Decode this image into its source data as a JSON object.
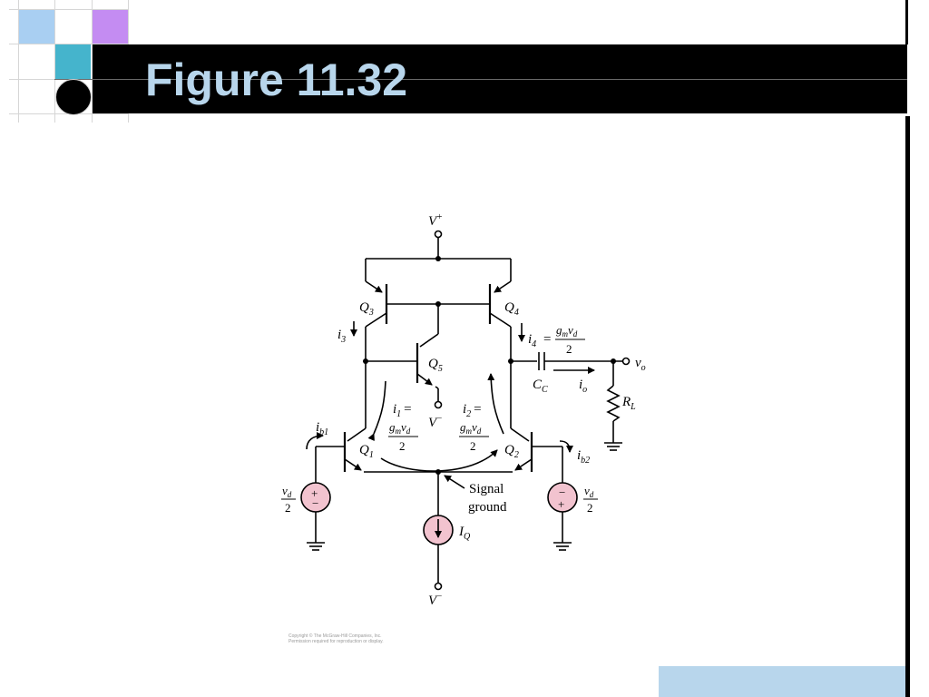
{
  "slide": {
    "title": "Figure 11.32",
    "accent_color": "#b8d6ec",
    "title_bar_color": "#000000"
  },
  "copyright": {
    "line1": "Copyright © The McGraw-Hill Companies, Inc.",
    "line2": "Permission required for reproduction or display."
  },
  "circuit": {
    "vplus": "V",
    "vplus_sup": "+",
    "vminus": "V",
    "vminus_sup": "−",
    "q1": "Q",
    "q1_sub": "1",
    "q2": "Q",
    "q2_sub": "2",
    "q3": "Q",
    "q3_sub": "3",
    "q4": "Q",
    "q4_sub": "4",
    "q5": "Q",
    "q5_sub": "5",
    "i3": "i",
    "i3_sub": "3",
    "i4": "i",
    "i4_sub": "4",
    "i4_eq": "=",
    "gm": "g",
    "gm_sub": "m",
    "vd": "v",
    "vd_sub": "d",
    "den2": "2",
    "i1": "i",
    "i1_sub": "1",
    "eq": "=",
    "i2": "i",
    "i2_sub": "2",
    "ib1": "i",
    "ib1_sub": "b1",
    "ib2": "i",
    "ib2_sub": "b2",
    "cc": "C",
    "cc_sub": "C",
    "io": "i",
    "io_sub": "o",
    "vo": "v",
    "vo_sub": "o",
    "rl": "R",
    "rl_sub": "L",
    "iq": "I",
    "iq_sub": "Q",
    "signal": "Signal",
    "ground": "ground",
    "plus": "+",
    "minus": "−"
  }
}
